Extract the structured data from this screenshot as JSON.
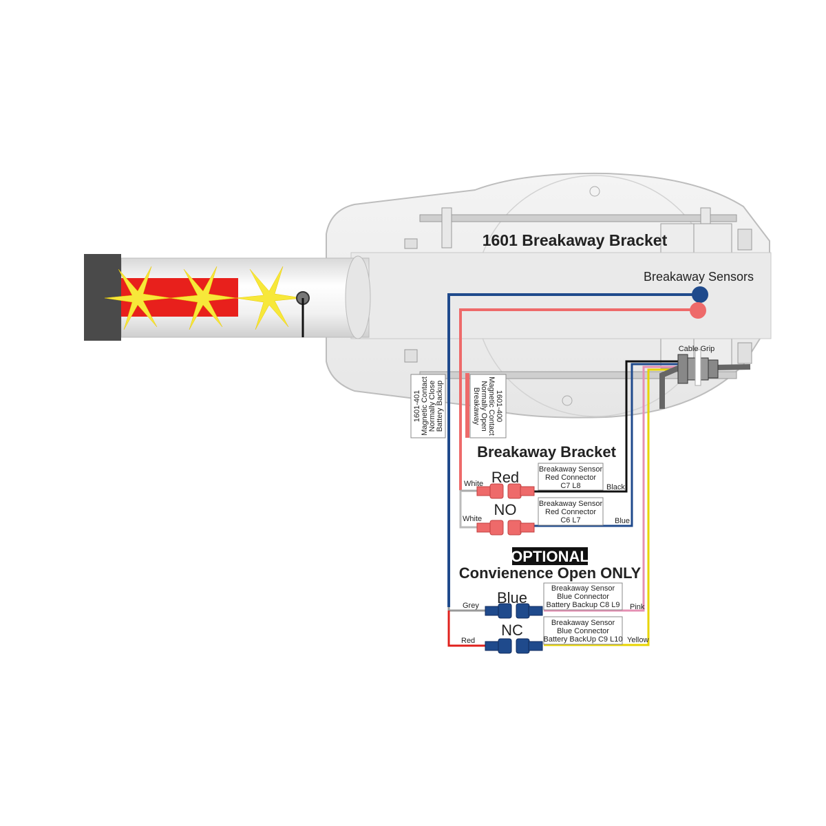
{
  "title": "1601 Breakaway Bracket",
  "sensors_label": "Breakaway Sensors",
  "cable_grip_label": "Cable Grip",
  "contact_401": [
    "1601-401",
    "Magnetic Contact",
    "Normally Close",
    "Battery Backup"
  ],
  "contact_400": [
    "1601-400",
    "Magnetic Contact",
    "Normally Open",
    "Breakaway"
  ],
  "bracket_heading": "Breakaway Bracket",
  "red_group": {
    "label_red": "Red",
    "label_no": "NO",
    "wire_white_1": "White",
    "wire_white_2": "White",
    "box1": [
      "Breakaway Sensor",
      "Red Connector",
      "C7 L8"
    ],
    "box2": [
      "Breakaway Sensor",
      "Red Connector",
      "C6 L7"
    ],
    "wire_black": "Black",
    "wire_blue": "Blue"
  },
  "optional_badge": "OPTIONAL",
  "optional_heading": "Convienence Open ONLY",
  "blue_group": {
    "label_blue": "Blue",
    "label_nc": "NC",
    "wire_grey": "Grey",
    "wire_red": "Red",
    "box1": [
      "Breakaway Sensor",
      "Blue Connector",
      "Battery Backup C8 L9"
    ],
    "box2": [
      "Breakaway Sensor",
      "Blue Connector",
      "Battery BackUp C9 L10"
    ],
    "wire_pink": "Pink",
    "wire_yellow": "Yellow"
  },
  "colors": {
    "blue_wire": "#1f4a8c",
    "red_wire": "#ee6a6a",
    "black_wire": "#111111",
    "pink_wire": "#e58fb3",
    "yellow_wire": "#e8d400",
    "grey_wire": "#9a9a9a",
    "pure_red_wire": "#e0201c",
    "light_red_band": "#e8201c",
    "star_yellow": "#f7e83a"
  }
}
